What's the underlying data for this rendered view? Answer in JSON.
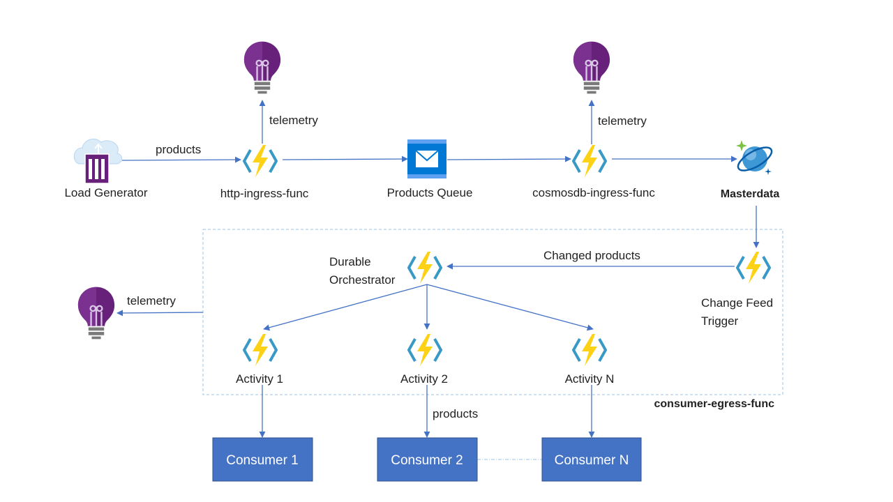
{
  "nodes": {
    "load_generator": "Load Generator",
    "http_ingress": "http-ingress-func",
    "products_queue": "Products Queue",
    "cosmosdb_ingress": "cosmosdb-ingress-func",
    "masterdata": "Masterdata",
    "durable_orchestrator_line1": "Durable",
    "durable_orchestrator_line2": "Orchestrator",
    "change_feed_line1": "Change Feed",
    "change_feed_line2": "Trigger",
    "activity_1": "Activity 1",
    "activity_2": "Activity 2",
    "activity_n": "Activity N",
    "group_label": "consumer-egress-func"
  },
  "edges": {
    "products_top": "products",
    "telemetry_left": "telemetry",
    "telemetry_right": "telemetry",
    "telemetry_bottom": "telemetry",
    "changed_products": "Changed products",
    "products_bottom": "products"
  },
  "consumers": [
    "Consumer 1",
    "Consumer 2",
    "Consumer N"
  ],
  "colors": {
    "arrow": "#4472C4",
    "consumer_fill": "#4472C4",
    "group_border": "#9DC3E6",
    "bulb": "#68217A",
    "function_bolt": "#FCD116",
    "function_bracket": "#3999C6"
  },
  "icons": {
    "bulb": "application-insights-icon",
    "function": "azure-function-icon",
    "queue": "storage-queue-icon",
    "cosmos": "cosmos-db-icon",
    "load_generator": "container-instance-icon"
  }
}
